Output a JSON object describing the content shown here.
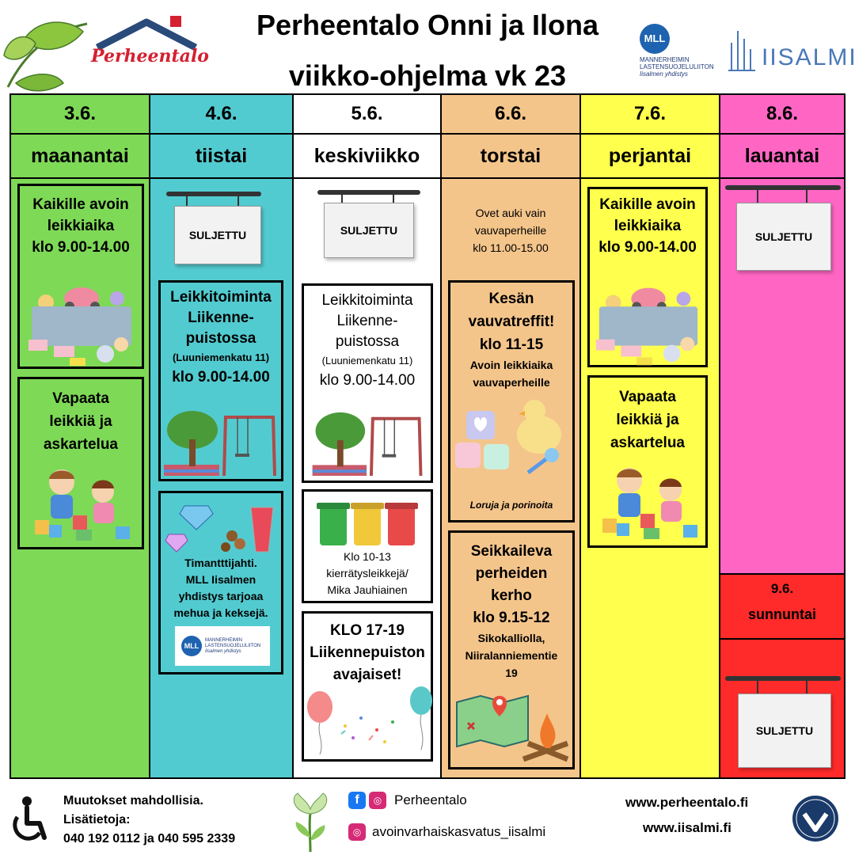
{
  "header": {
    "title_line1": "Perheentalo Onni ja Ilona",
    "title_line2": "viikko-ohjelma vk 23",
    "logo_perheentalo": "Perheentalo",
    "logo_mll": "MLL",
    "logo_mll_line1": "MANNERHEIMIN",
    "logo_mll_line2": "LASTENSUOJELULIITON",
    "logo_mll_line3": "Iisalmen yhdistys",
    "logo_iisalmi": "IISALMI"
  },
  "colors": {
    "mon": "#7ed957",
    "tue": "#52cbd0",
    "wed": "#ffffff",
    "thu": "#f4c58b",
    "fri": "#ffff4d",
    "sat": "#ff66c4",
    "sun": "#ff2a2a"
  },
  "days": [
    {
      "date": "3.6.",
      "name": "maanantai"
    },
    {
      "date": "4.6.",
      "name": "tiistai"
    },
    {
      "date": "5.6.",
      "name": "keskiviikko"
    },
    {
      "date": "6.6.",
      "name": "torstai"
    },
    {
      "date": "7.6.",
      "name": "perjantai"
    },
    {
      "date": "8.6.",
      "name": "lauantai"
    }
  ],
  "sunday": {
    "date": "9.6.",
    "name": "sunnuntai"
  },
  "closed_label": "SULJETTU",
  "mon": {
    "box1": [
      "Kaikille avoin",
      "leikkiaika",
      "klo 9.00-14.00"
    ],
    "box2": [
      "Vapaata",
      "leikkiä ja",
      "askartelua"
    ]
  },
  "tue": {
    "box1": [
      "Leikkitoiminta",
      "Liikenne-",
      "puistossa"
    ],
    "box1_addr": "(Luuniemenkatu 11)",
    "box1_time": "klo 9.00-14.00",
    "box2": [
      "Timantttijahti.",
      "MLL Iisalmen",
      "yhdistys tarjoaa",
      "mehua ja keksejä."
    ]
  },
  "wed": {
    "box1": [
      "Leikkitoiminta",
      "Liikenne-",
      "puistossa"
    ],
    "box1_addr": "(Luuniemenkatu 11)",
    "box1_time": "klo 9.00-14.00",
    "box2": [
      "Klo 10-13",
      "kierrätysleikkejä/",
      "Mika Jauhiainen"
    ],
    "box3": [
      "KLO 17-19",
      "Liikennepuiston",
      "avajaiset!"
    ]
  },
  "thu": {
    "note": [
      "Ovet auki vain",
      "vauvaperheille",
      "klo 11.00-15.00"
    ],
    "box1": [
      "Kesän",
      "vauvatreffit!",
      "klo 11-15"
    ],
    "box1_sub": [
      "Avoin leikkiaika",
      "vauvaperheille"
    ],
    "box1_caption": "Loruja ja porinoita",
    "box2": [
      "Seikkaileva",
      "perheiden",
      "kerho",
      "klo 9.15-12"
    ],
    "box2_sub": [
      "Sikokalliolla,",
      "Niiralanniementie",
      "19"
    ]
  },
  "fri": {
    "box1": [
      "Kaikille avoin",
      "leikkiaika",
      "klo 9.00-14.00"
    ],
    "box2": [
      "Vapaata",
      "leikkiä ja",
      "askartelua"
    ]
  },
  "footer": {
    "info": [
      "Muutokset mahdollisia.",
      "Lisätietoja:",
      "040 192 0112 ja 040 595 2339"
    ],
    "social_fb": "Perheentalo",
    "social_ig": "avoinvarhaiskasvatus_iisalmi",
    "web1": "www.perheentalo.fi",
    "web2": "www.iisalmi.fi"
  }
}
